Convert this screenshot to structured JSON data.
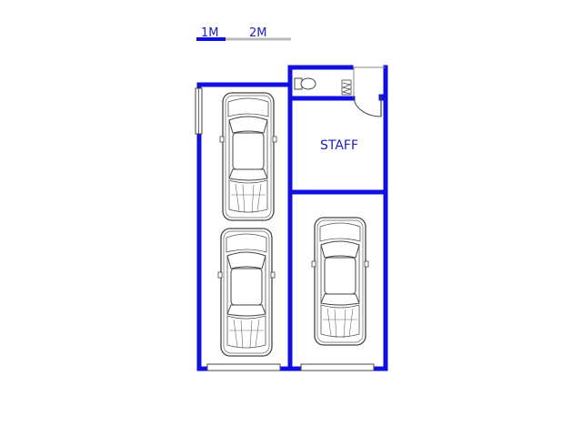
{
  "scale_bar": {
    "label_1": "1M",
    "label_2": "2M"
  },
  "rooms": {
    "staff_label": "STAFF"
  },
  "colors": {
    "wall": "#1010e0",
    "label": "#2020c0",
    "scale_gray": "#b8b8b8",
    "outline": "#444444"
  },
  "icons": [
    "car-icon",
    "toilet-icon",
    "basin-icon",
    "door-swing-icon",
    "window-icon",
    "garage-door-icon"
  ]
}
